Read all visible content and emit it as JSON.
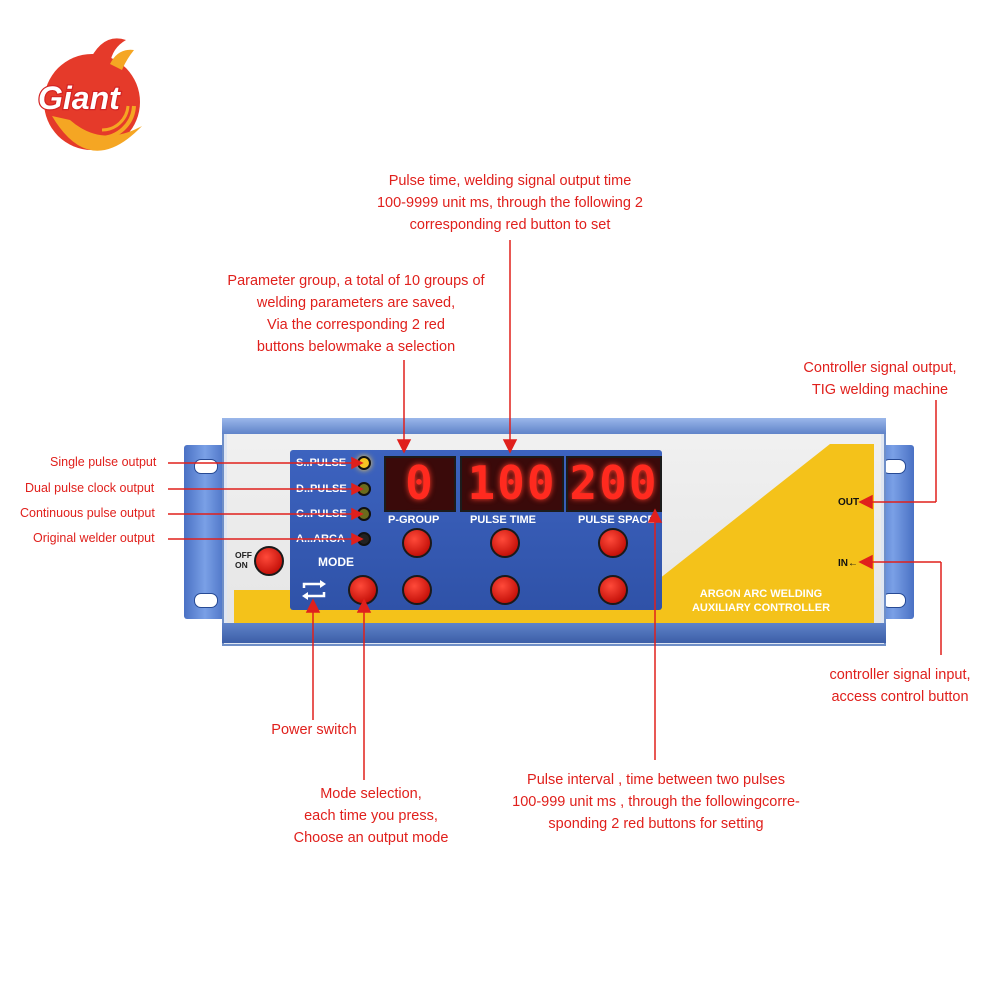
{
  "logo": {
    "text": "Giant",
    "colors": {
      "primary": "#e53a2a",
      "secondary": "#f5a623"
    }
  },
  "device": {
    "leds": [
      {
        "label": "S..PULSE",
        "state": "on",
        "color": "#f5c423"
      },
      {
        "label": "D..PULSE",
        "state": "off",
        "color": "#6b6b1c"
      },
      {
        "label": "C..PULSE",
        "state": "off",
        "color": "#6b6b1c"
      },
      {
        "label": "A...ARCA",
        "state": "off",
        "color": "#222222"
      }
    ],
    "mode_label": "MODE",
    "power_labels": {
      "off": "OFF",
      "on": "ON"
    },
    "displays": [
      {
        "value": "0 I",
        "label": "P-GROUP"
      },
      {
        "value": "100",
        "label": "PULSE TIME"
      },
      {
        "value": "200",
        "label": "PULSE SPACE"
      }
    ],
    "ports": {
      "out": "OUT",
      "in": "IN←"
    },
    "brand_lines": [
      "ARGON ARC WELDING",
      "AUXILIARY CONTROLLER"
    ],
    "colors": {
      "panel": "#3557b0",
      "accent": "#f4c21a",
      "display": "#ff2a1f",
      "button": "#d91b10"
    }
  },
  "annotations": {
    "pulse_time": [
      "Pulse time, welding signal output time",
      "100-9999 unit ms, through the following 2",
      "corresponding red button to set"
    ],
    "param_group": [
      "Parameter group, a total of 10 groups of",
      "welding parameters are saved,",
      "Via the corresponding 2 red",
      "buttons belowmake a selection"
    ],
    "controller_out": [
      "Controller signal output,",
      "TIG welding machine"
    ],
    "single_pulse": "Single pulse output",
    "dual_pulse": "Dual pulse clock output",
    "continuous_pulse": "Continuous pulse output",
    "original_welder": "Original welder output",
    "controller_in": [
      "controller signal input,",
      "access control button"
    ],
    "power_switch": "Power switch",
    "mode_selection": [
      "Mode selection,",
      "each time you press,",
      "Choose an output mode"
    ],
    "pulse_interval": [
      "Pulse interval , time between two pulses",
      "100-999 unit ms , through the followingcorre-",
      "sponding 2 red buttons for setting"
    ]
  },
  "annotation_color": "#e0201c"
}
